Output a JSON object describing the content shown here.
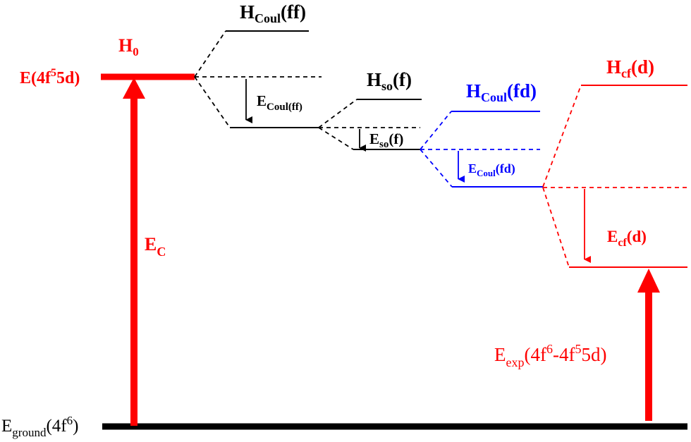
{
  "colors": {
    "black": "#000000",
    "red": "#ff0000",
    "blue": "#0000ff"
  },
  "labels": {
    "ground": {
      "main": "E",
      "sub": "ground",
      "paren": "(4f",
      "sup": "6",
      "close": ")"
    },
    "excited": {
      "main": "E(4f",
      "sup": "5",
      "rest": "5d)"
    },
    "h0": {
      "main": "H",
      "sub": "0"
    },
    "ec": {
      "main": "E",
      "sub": "C"
    },
    "h_coul_ff": {
      "main": "H",
      "sub": "Coul",
      "rest": "(ff)"
    },
    "e_coul_ff": {
      "main": "E",
      "sub": "Coul(ff)"
    },
    "h_so_f": {
      "main": "H",
      "sub": "so",
      "rest": "(f)"
    },
    "e_so_f": {
      "main": "E",
      "sub": "so",
      "rest": "(f)"
    },
    "h_coul_fd": {
      "main": "H",
      "sub": "Coul",
      "rest": "(fd)"
    },
    "e_coul_fd": {
      "main": "E",
      "sub": "Coul",
      "rest": "(fd)"
    },
    "h_cf_d": {
      "main": "H",
      "sub": "cf",
      "rest": "(d)"
    },
    "e_cf_d": {
      "main": "E",
      "sub": "cf",
      "rest": "(d)"
    },
    "e_exp": {
      "main": "E",
      "sub": "exp",
      "p1": "(4f",
      "sup1": "6",
      "p2": "-4f",
      "sup2": "5",
      "p3": "5d)"
    }
  }
}
